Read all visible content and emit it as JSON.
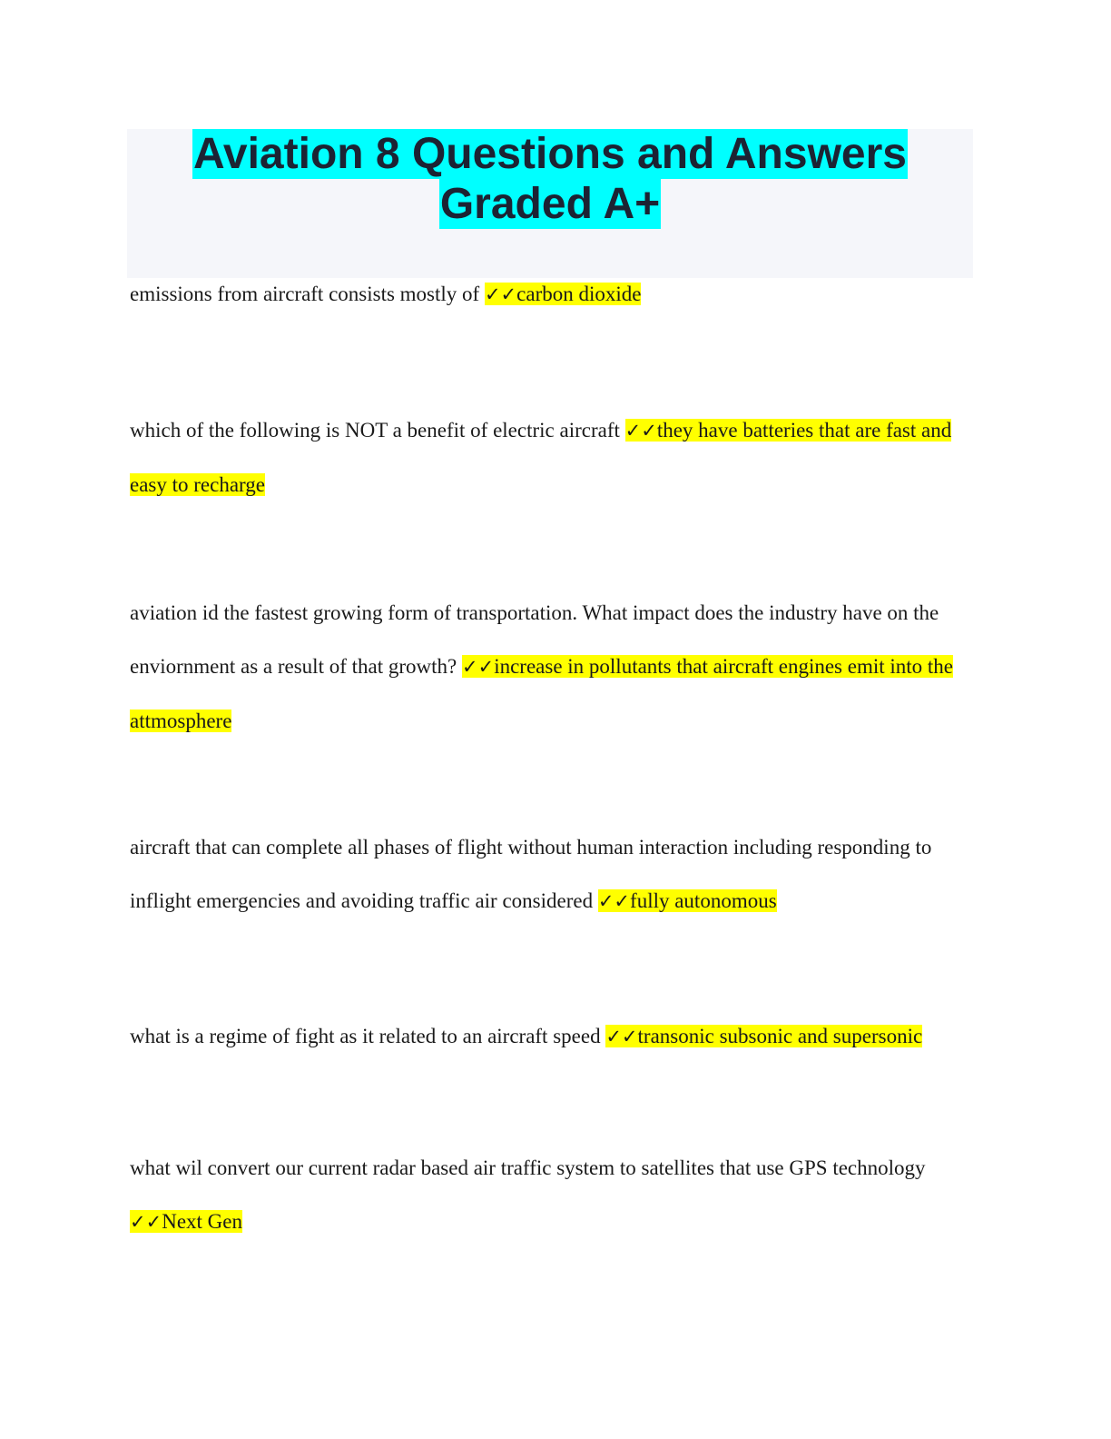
{
  "title": {
    "line1": "Aviation 8 Questions and Answers",
    "line2": "Graded A+"
  },
  "check_mark": "✓✓",
  "colors": {
    "title_highlight": "#00ffff",
    "answer_highlight": "#ffff00",
    "title_band": "#f5f6fa"
  },
  "qa": [
    {
      "question": "emissions from aircraft consists mostly of ",
      "answer": "carbon dioxide"
    },
    {
      "question": "which of the following is NOT a benefit of electric aircraft ",
      "answer": "they have batteries that are fast and easy to recharge"
    },
    {
      "question": "aviation id the fastest growing form of transportation. What impact does the industry have on the enviornment as a result of that growth? ",
      "answer": "increase in pollutants that aircraft engines emit into the attmosphere"
    },
    {
      "question": "aircraft that can complete all phases of flight without human interaction including responding to inflight emergencies and avoiding traffic air considered ",
      "answer": "fully autonomous"
    },
    {
      "question": "what is a regime of fight as it related to an aircraft speed ",
      "answer": "transonic subsonic and supersonic"
    },
    {
      "question": "what wil convert our current radar based air traffic system to satellites that use GPS technology ",
      "answer": "Next Gen"
    }
  ]
}
